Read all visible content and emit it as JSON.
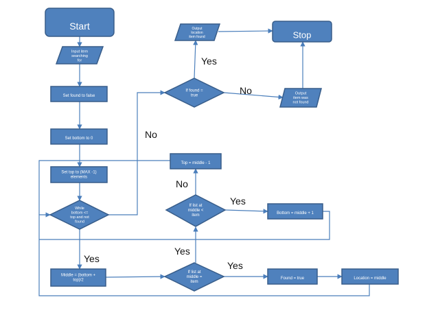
{
  "colors": {
    "node_fill": "#4f81bd",
    "node_stroke": "#385d8a",
    "edge": "#4a7ebb",
    "text_on_node": "#ffffff",
    "label": "#111111"
  },
  "nodes": {
    "start": {
      "lines": [
        "Start"
      ]
    },
    "stop": {
      "lines": [
        "Stop"
      ]
    },
    "input_item": {
      "lines": [
        "Input item",
        "searching",
        "for"
      ]
    },
    "output_found": {
      "lines": [
        "Output",
        "location",
        "item found"
      ]
    },
    "output_not_found": {
      "lines": [
        "Output",
        "item was",
        "not found"
      ]
    },
    "set_found": {
      "lines": [
        "Set found to false"
      ]
    },
    "set_bottom": {
      "lines": [
        "Set bottom to 0"
      ]
    },
    "set_top": {
      "lines": [
        "Set top to (MAX -1)",
        "elements"
      ]
    },
    "while_cond": {
      "lines": [
        "While",
        "bottom <=",
        "top and not",
        "found"
      ]
    },
    "if_found": {
      "lines": [
        "If found =",
        "true"
      ]
    },
    "top_mid": {
      "lines": [
        "Top = middle - 1"
      ]
    },
    "if_less": {
      "lines": [
        "If list at",
        "middle <",
        "item"
      ]
    },
    "bottom_mid": {
      "lines": [
        "Bottom = middle + 1"
      ]
    },
    "middle_calc": {
      "lines": [
        "Middle = (bottom +",
        "top)/2"
      ]
    },
    "if_equal": {
      "lines": [
        "If list at",
        "middle  =",
        "item"
      ]
    },
    "found_true": {
      "lines": [
        "Found = true"
      ]
    },
    "location_mid": {
      "lines": [
        "Location = middle"
      ]
    }
  },
  "edge_labels": {
    "yes_found": "Yes",
    "no_found": "No",
    "no_while": "No",
    "no_less": "No",
    "yes_less": "Yes",
    "yes_middle": "Yes",
    "yes_equal_up": "Yes",
    "yes_equal_right": "Yes"
  }
}
